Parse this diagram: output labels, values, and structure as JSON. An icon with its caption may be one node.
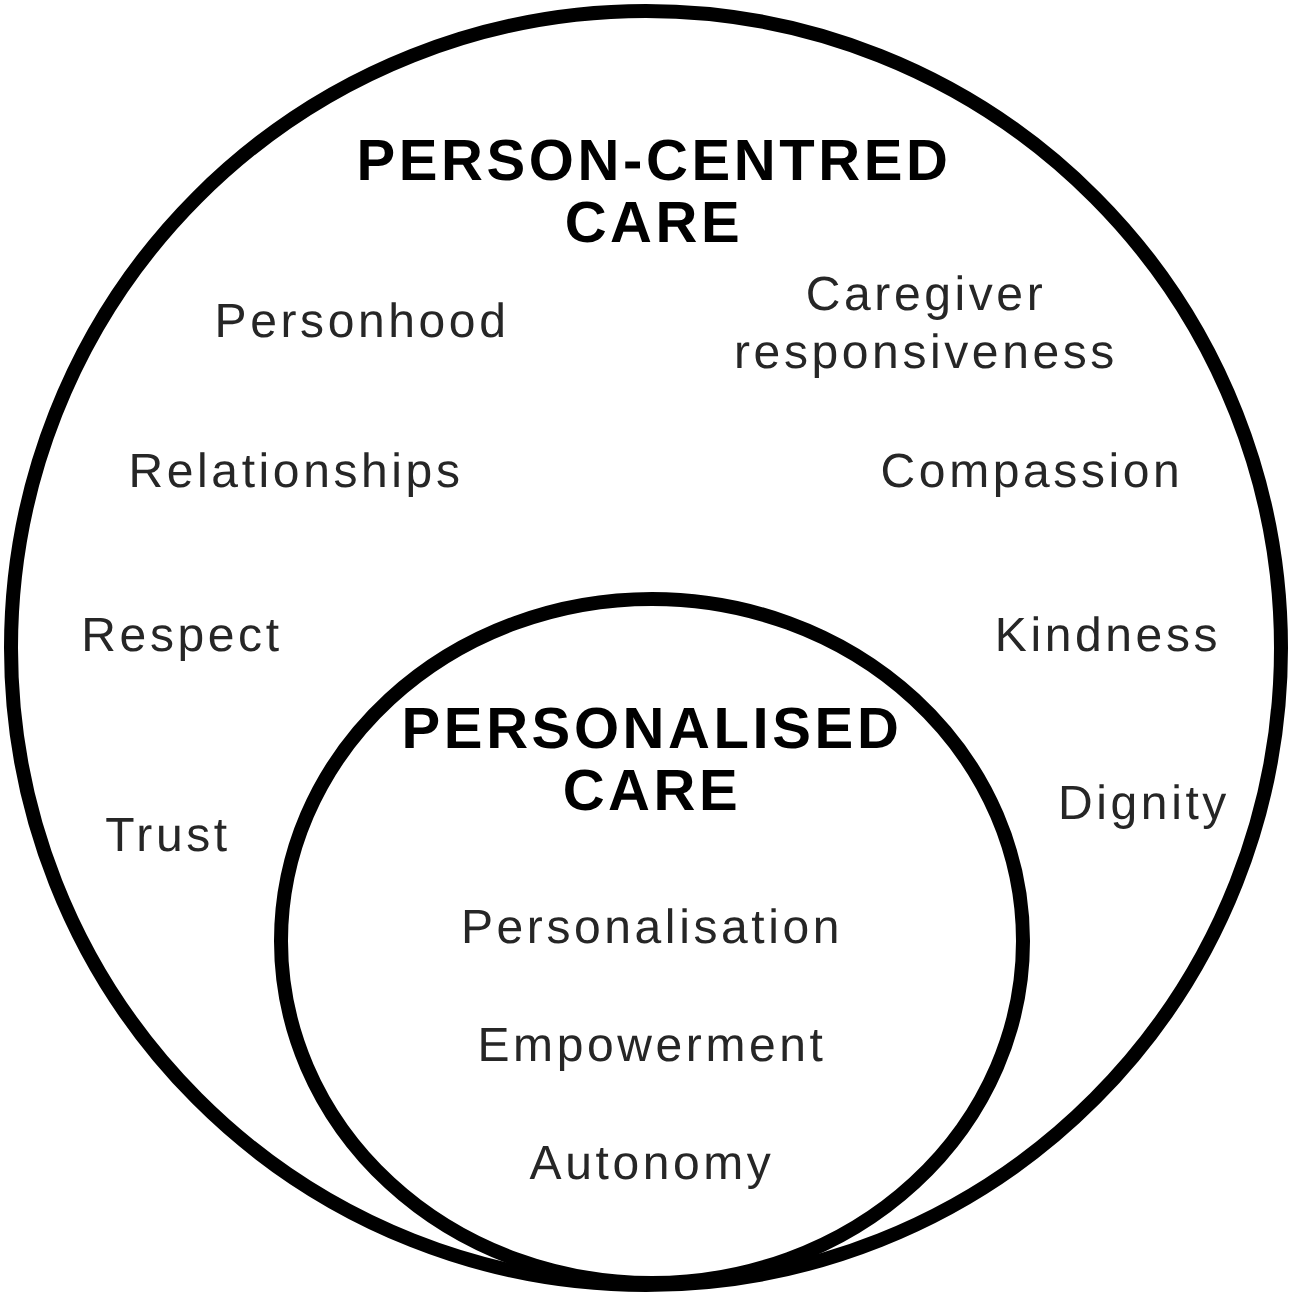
{
  "diagram": {
    "nodes": [
      {
        "text": [
          "PERSON-CENTRED CARE",
          "Personhood",
          "Caregiver responsiveness",
          "Relationships",
          "Compassion",
          "Respect",
          "Kindness",
          "Trust",
          "Dignity"
        ]
      },
      {
        "text": [
          "PERSONALISED CARE",
          "Personalisation",
          "Empowerment",
          "Autonomy"
        ],
        "in": 0
      }
    ]
  }
}
